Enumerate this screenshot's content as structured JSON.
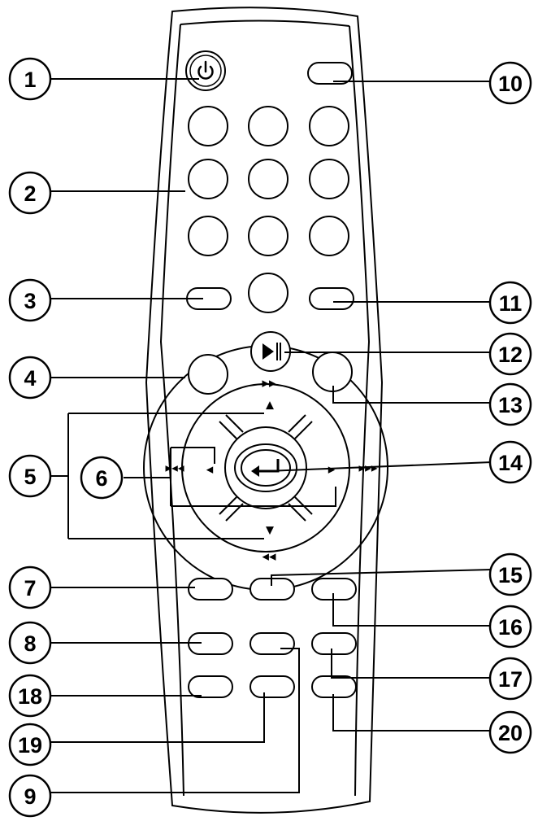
{
  "callouts": [
    "1",
    "2",
    "3",
    "4",
    "5",
    "6",
    "7",
    "8",
    "9",
    "10",
    "11",
    "12",
    "13",
    "14",
    "15",
    "16",
    "17",
    "18",
    "19",
    "20"
  ],
  "icons": {
    "power": "power-icon",
    "play_pause": "play-pause-icon",
    "fast_forward": "fast-forward-icon",
    "rewind": "rewind-icon",
    "skip_back": "skip-back-icon",
    "skip_forward": "skip-forward-icon",
    "up": "arrow-up-icon",
    "down": "arrow-down-icon",
    "left": "arrow-left-icon",
    "right": "arrow-right-icon",
    "enter": "enter-icon"
  },
  "glyphs": {
    "fast_forward": "▶▶",
    "rewind": "◀◀",
    "skip_back": "▶◀◀",
    "skip_forward": "▶▶▶",
    "up": "▲",
    "down": "▼",
    "left": "◀",
    "right": "▶"
  },
  "colors": {
    "line": "#000000",
    "background": "#ffffff"
  }
}
